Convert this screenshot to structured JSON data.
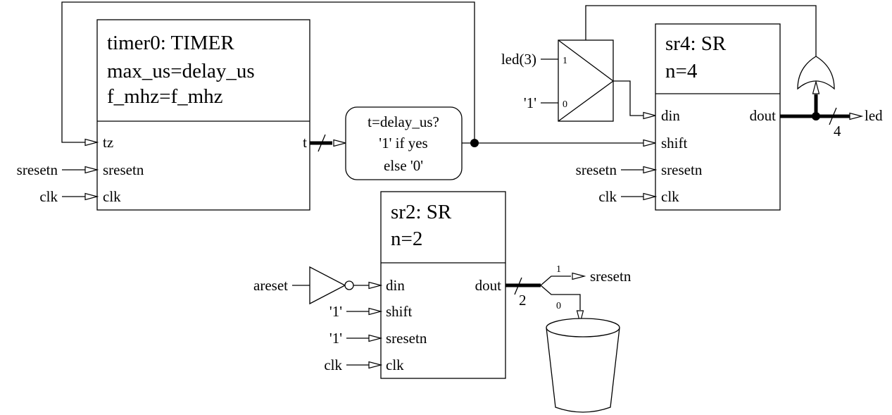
{
  "timer": {
    "header": [
      "timer0: TIMER",
      "max_us=delay_us",
      "f_mhz=f_mhz"
    ],
    "ports": {
      "tz": "tz",
      "sresetn": "sresetn",
      "clk": "clk",
      "t": "t"
    },
    "inputs": {
      "sresetn": "sresetn",
      "clk": "clk"
    }
  },
  "compare": {
    "lines": [
      "t=delay_us?",
      "'1' if yes",
      "else '0'"
    ]
  },
  "mux": {
    "in1_label": "led(3)",
    "in0_label": "'1'",
    "sel1": "1",
    "sel0": "0"
  },
  "sr4": {
    "header": [
      "sr4: SR",
      "n=4"
    ],
    "ports": {
      "din": "din",
      "shift": "shift",
      "sresetn": "sresetn",
      "clk": "clk",
      "dout": "dout"
    },
    "inputs": {
      "sresetn": "sresetn",
      "clk": "clk"
    },
    "bus_width": "4",
    "output": "led"
  },
  "sr2": {
    "header": [
      "sr2: SR",
      "n=2"
    ],
    "ports": {
      "din": "din",
      "shift": "shift",
      "sresetn": "sresetn",
      "clk": "clk",
      "dout": "dout"
    },
    "inputs": {
      "areset": "areset",
      "shift": "'1'",
      "sresetn": "'1'",
      "clk": "clk"
    },
    "bus_width": "2",
    "split": {
      "bit1": "1",
      "bit0": "0",
      "bit1_target": "sresetn"
    }
  }
}
